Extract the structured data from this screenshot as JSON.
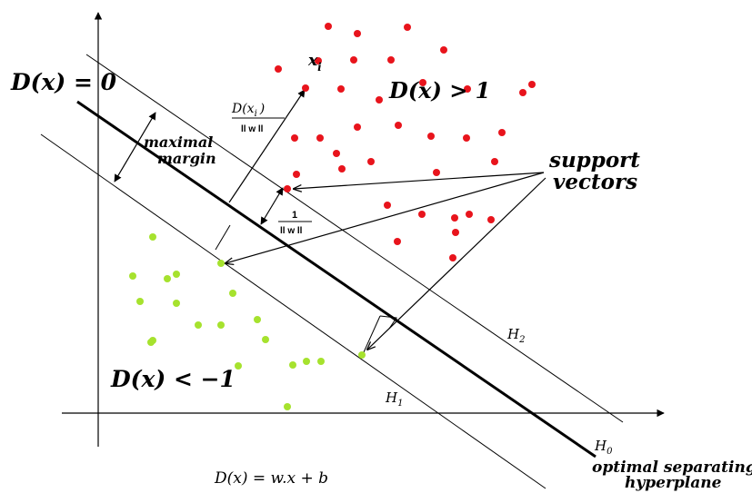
{
  "labels": {
    "boundary": "D(x) = 0",
    "positive_region": "D(x) > 1",
    "negative_region": "D(x) < −1",
    "margin_line1": "maximal",
    "margin_line2": "margin",
    "point_label": "x",
    "point_label_sub": "i",
    "dist_numerator_main": "D(x",
    "dist_numerator_sub": "i",
    "dist_numerator_close": ")",
    "dist_denominator": "ll w ll",
    "unit_numerator": "1",
    "unit_denominator": "ll w ll",
    "support_line1": "support",
    "support_line2": "vectors",
    "h1_base": "H",
    "h1_sub": "1",
    "h2_base": "H",
    "h2_sub": "2",
    "h0_base": "H",
    "h0_sub": "0",
    "optimal_line1": "optimal separating",
    "optimal_line2": "hyperplane",
    "formula": "D(x) = w.x + b"
  },
  "colors": {
    "positive_class": "#e8141c",
    "negative_class": "#a6e22e",
    "lines": "#000000"
  }
}
